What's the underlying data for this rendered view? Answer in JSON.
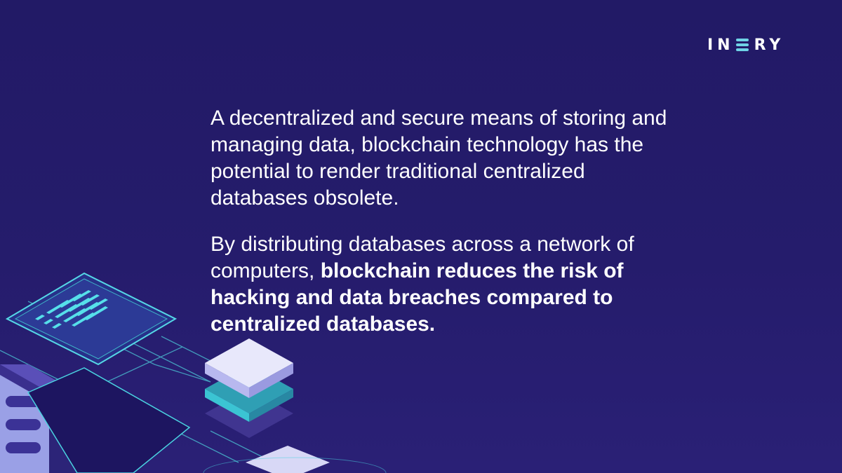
{
  "brand": {
    "logo_text_left": "IN",
    "logo_text_right": "RY",
    "logo_icon": "stacked-bars-logo-icon",
    "accent_color": "#6fd3e6"
  },
  "content": {
    "paragraph1": "A decentralized and secure means of storing and managing data, blockchain technology has the potential to render traditional centralized databases obsolete.",
    "paragraph2_normal": "By distributing databases across a network of computers, ",
    "paragraph2_bold": "blockchain reduces the risk of hacking and data breaches compared to centralized databases."
  },
  "colors": {
    "background": "#231b69",
    "text": "#ffffff",
    "glow": "#3fd6e0"
  }
}
